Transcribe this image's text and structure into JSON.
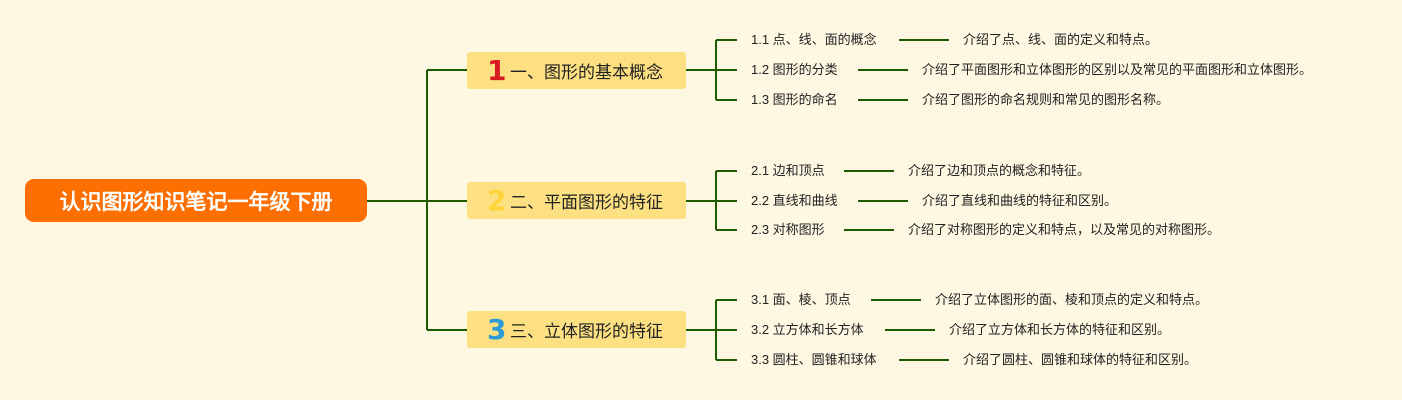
{
  "root": {
    "label": "认识图形知识笔记一年级下册"
  },
  "topics": [
    {
      "number": "1",
      "number_color": "#d81b22",
      "label": "一、图形的基本概念",
      "subtopics": [
        {
          "label": "1.1 点、线、面的概念",
          "description": "介绍了点、线、面的定义和特点。"
        },
        {
          "label": "1.2 图形的分类",
          "description": "介绍了平面图形和立体图形的区别以及常见的平面图形和立体图形。"
        },
        {
          "label": "1.3 图形的命名",
          "description": "介绍了图形的命名规则和常见的图形名称。"
        }
      ]
    },
    {
      "number": "2",
      "number_color": "#ffd43b",
      "label": "二、平面图形的特征",
      "subtopics": [
        {
          "label": "2.1 边和顶点",
          "description": "介绍了边和顶点的概念和特征。"
        },
        {
          "label": "2.2 直线和曲线",
          "description": "介绍了直线和曲线的特征和区别。"
        },
        {
          "label": "2.3 对称图形",
          "description": "介绍了对称图形的定义和特点，以及常见的对称图形。"
        }
      ]
    },
    {
      "number": "3",
      "number_color": "#2e9bd6",
      "label": "三、立体图形的特征",
      "subtopics": [
        {
          "label": "3.1 面、棱、顶点",
          "description": "介绍了立体图形的面、棱和顶点的定义和特点。"
        },
        {
          "label": "3.2 立方体和长方体",
          "description": "介绍了立方体和长方体的特征和区别。"
        },
        {
          "label": "3.3 圆柱、圆锥和球体",
          "description": "介绍了圆柱、圆锥和球体的特征和区别。"
        }
      ]
    }
  ],
  "colors": {
    "background": "#fef7e1",
    "root_fill": "#ff6f00",
    "topic_fill": "#fde082",
    "connector": "#1e5a00"
  }
}
